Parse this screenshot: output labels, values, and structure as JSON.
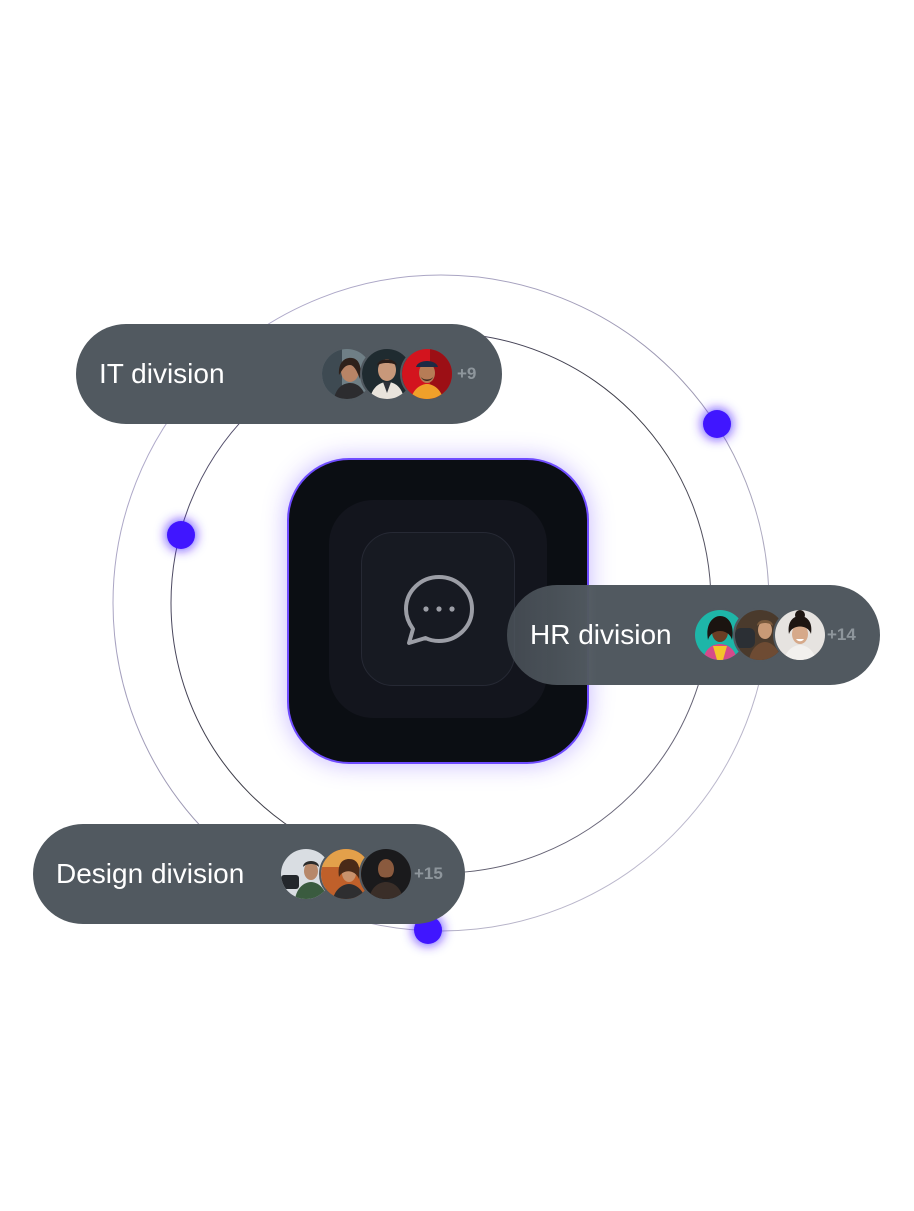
{
  "divisions": [
    {
      "name": "IT division",
      "extra_count": "+9"
    },
    {
      "name": "HR division",
      "extra_count": "+14"
    },
    {
      "name": "Design division",
      "extra_count": "+15"
    }
  ],
  "colors": {
    "pill_background": "#515960",
    "accent_dot": "#3f14ff",
    "tile_background": "#0b0e13",
    "tile_border": "#5a32ff",
    "count_text": "#8e969c"
  },
  "icons": {
    "center": "chat-bubble-ellipsis-icon"
  }
}
